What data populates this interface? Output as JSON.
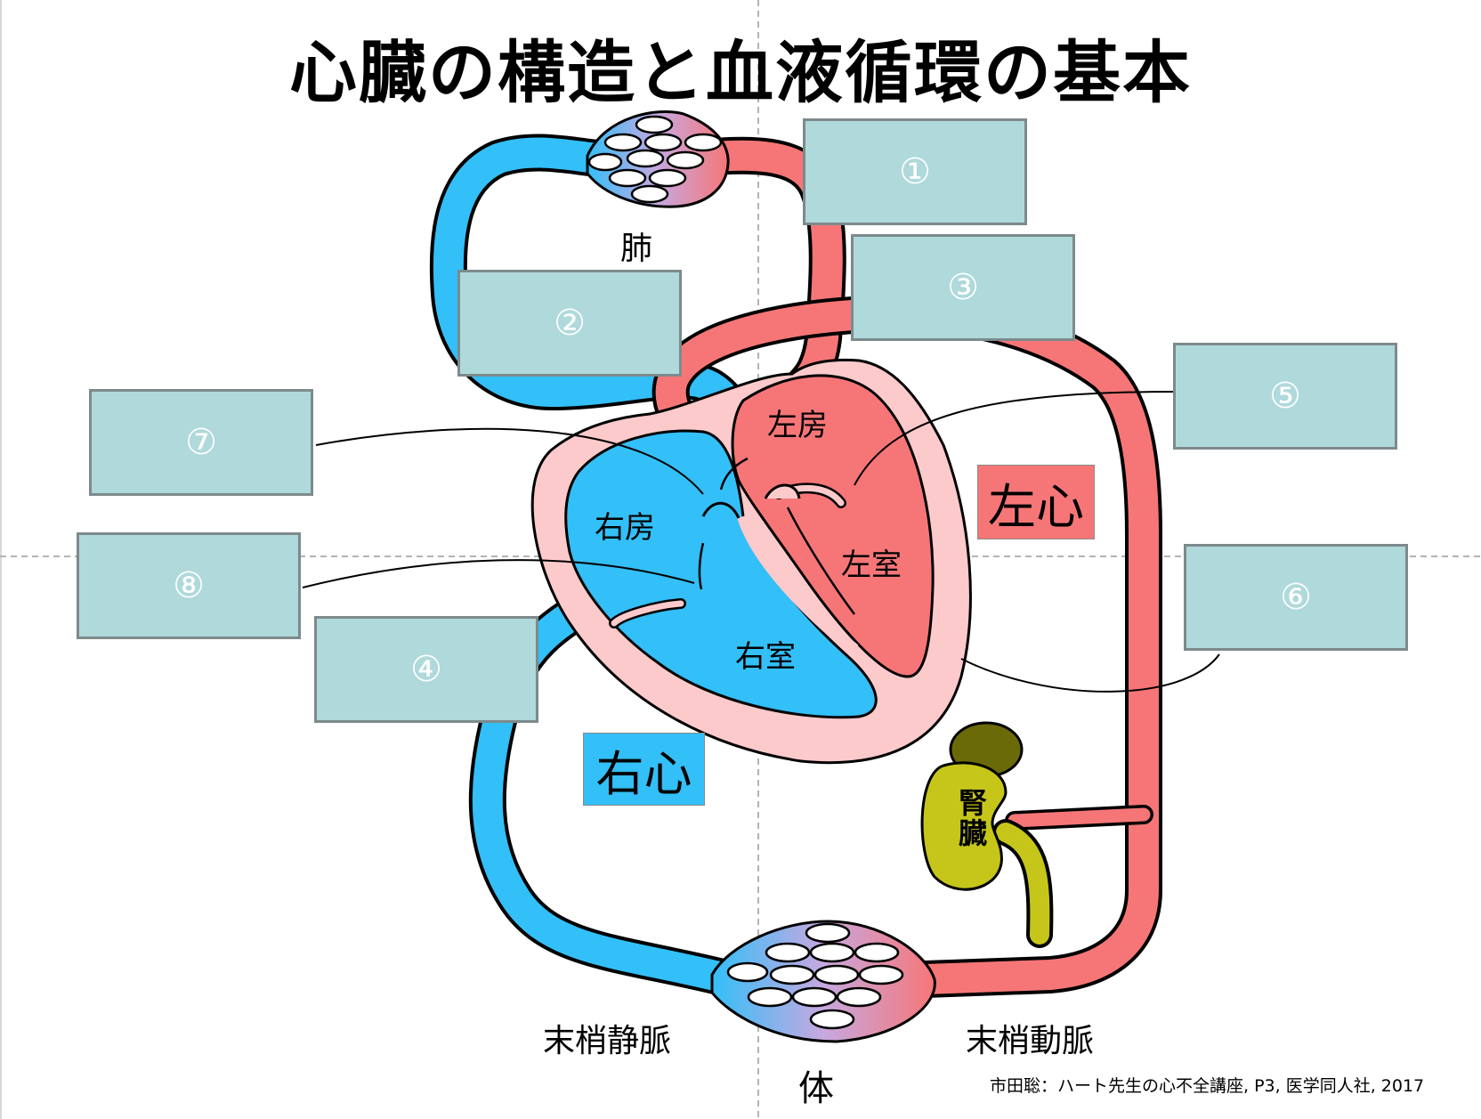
{
  "title": "心臓の構造と血液循環の基本",
  "labels": {
    "lung": "肺",
    "body": "体",
    "peripheral_vein": "末梢静脈",
    "peripheral_artery": "末梢動脈",
    "kidney": "腎臓"
  },
  "chambers": {
    "left_atrium": "左房",
    "left_ventricle": "左室",
    "right_atrium": "右房",
    "right_ventricle": "右室"
  },
  "side_tags": {
    "left_heart": "左心",
    "right_heart": "右心"
  },
  "blanks": [
    "①",
    "②",
    "③",
    "④",
    "⑤",
    "⑥",
    "⑦",
    "⑧"
  ],
  "citation": "市田聡：ハート先生の心不全講座, P3, 医学同人社, 2017",
  "colors": {
    "venous_blue": "#33bff8",
    "arterial_red": "#f67677",
    "pericardium_pink": "#fccacb",
    "blank_box": "#afd9db",
    "kidney_olive": "#c5c619",
    "adrenal_dark": "#6b6a08",
    "left_tag_bg": "#f67677",
    "right_tag_bg": "#33bff8"
  }
}
